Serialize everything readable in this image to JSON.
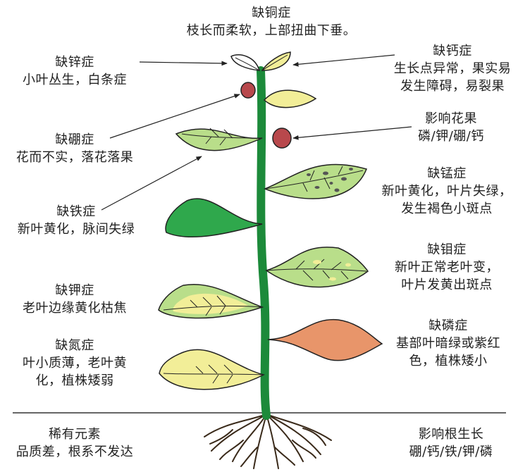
{
  "colors": {
    "stem": "#1c8a3a",
    "leaf_dark_green": "#2fa84c",
    "leaf_light_green": "#b9de8a",
    "leaf_pale_yellow": "#f2ee98",
    "leaf_orange": "#e8956a",
    "fruit_red": "#b8484c",
    "ground_line": "#333333"
  },
  "labels": {
    "copper": {
      "title": "缺铜症",
      "desc": "枝长而柔软，上部扭曲下垂。"
    },
    "zinc": {
      "title": "缺锌症",
      "desc": "小叶丛生，白条症"
    },
    "calcium": {
      "title": "缺钙症",
      "line1": "生长点异常，果实易",
      "line2": "发生障碍，易裂果"
    },
    "boron": {
      "title": "缺硼症",
      "desc": "花而不实，落花落果"
    },
    "flower_fruit": {
      "title": "影响花果",
      "desc": "磷/钾/硼/钙"
    },
    "manganese": {
      "title": "缺锰症",
      "line1": "新叶黄化，叶片失绿，",
      "line2": "发生褐色小斑点"
    },
    "iron": {
      "title": "缺铁症",
      "desc": "新叶黄化，脉间失绿"
    },
    "molybdenum": {
      "title": "缺钼症",
      "line1": "新叶正常老叶变，",
      "line2": "叶片发黄出斑点"
    },
    "potassium": {
      "title": "缺钾症",
      "desc": "老叶边缘黄化枯焦"
    },
    "phosphorus": {
      "title": "缺磷症",
      "line1": "基部叶暗绿或紫红",
      "line2": "色，植株矮小"
    },
    "nitrogen": {
      "title": "缺氮症",
      "line1": "叶小质薄，老叶黄",
      "line2": "化，植株矮弱"
    },
    "rare": {
      "title": "稀有元素",
      "desc": "品质差，根系不发达"
    },
    "root": {
      "title": "影响根生长",
      "desc": "硼/钙/铁/钾/磷"
    }
  }
}
